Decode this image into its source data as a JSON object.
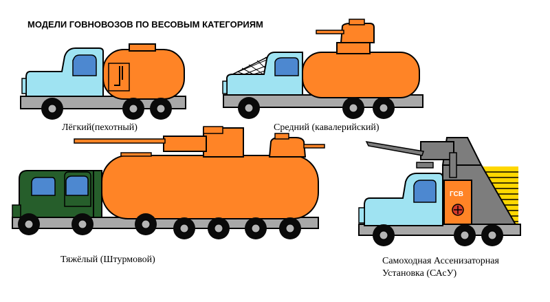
{
  "title": "МОДЕЛИ ГОВНОВОЗОВ ПО ВЕСОВЫМ КАТЕГОРИЯМ",
  "vehicles": [
    {
      "caption": "Лёгкий(пехотный)"
    },
    {
      "caption": "Средний (кавалерийский)"
    },
    {
      "caption": "Тяжёлый (Штурмовой)"
    },
    {
      "caption_line1": "Самоходная Ассенизаторная",
      "caption_line2": "Установка (САсУ)",
      "emblem": "ГСВ"
    }
  ],
  "colors": {
    "tank": "#ff8426",
    "cab_light_blue": "#9fe3f2",
    "cab_green": "#265e2b",
    "window": "#4d88d0",
    "chassis": "#a8a8a8",
    "wheel": "#0a0a0a",
    "hub": "#b5b5b5",
    "sign_yellow": "#ffd700",
    "armor_grey": "#7d7d7d"
  }
}
